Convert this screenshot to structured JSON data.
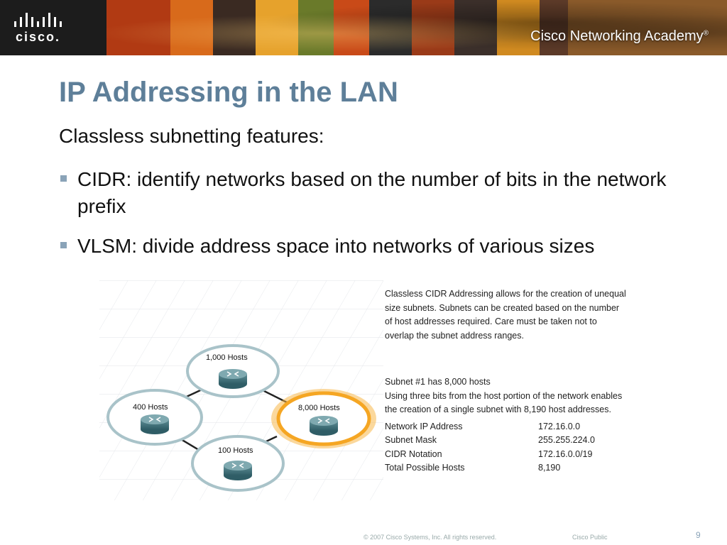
{
  "header": {
    "logo_text": "cisco.",
    "academy_name_prefix": "Cisco ",
    "academy_name_rest": "Networking Academy",
    "trademark": "®"
  },
  "slide": {
    "title": "IP Addressing in the LAN",
    "subtitle": "Classless subnetting features:",
    "bullets": [
      "CIDR:  identify networks based on the number of bits in the network prefix",
      "VLSM:  divide address space into networks of various sizes"
    ]
  },
  "diagram": {
    "nodes": [
      {
        "label": "1,000 Hosts",
        "highlighted": false
      },
      {
        "label": "400 Hosts",
        "highlighted": false
      },
      {
        "label": "8,000 Hosts",
        "highlighted": true
      },
      {
        "label": "100 Hosts",
        "highlighted": false
      }
    ],
    "highlight_color": "#f5a623"
  },
  "info": {
    "intro": "Classless CIDR Addressing allows for the creation of unequal size subnets. Subnets can be created based on the number of host addresses required.  Care must be taken not to overlap the subnet address ranges.",
    "subnet_heading": "Subnet #1 has 8,000 hosts",
    "subnet_desc": "Using three bits from the host portion of the network enables the creation of a single subnet with 8,190 host addresses.",
    "rows": [
      {
        "key": "Network IP Address",
        "value": "172.16.0.0"
      },
      {
        "key": "Subnet Mask",
        "value": "255.255.224.0"
      },
      {
        "key": "CIDR Notation",
        "value": "172.16.0.0/19"
      },
      {
        "key": "Total Possible Hosts",
        "value": "8,190"
      }
    ]
  },
  "footer": {
    "copyright": "© 2007 Cisco Systems, Inc. All rights reserved.",
    "classification": "Cisco Public",
    "page_number": "9"
  }
}
